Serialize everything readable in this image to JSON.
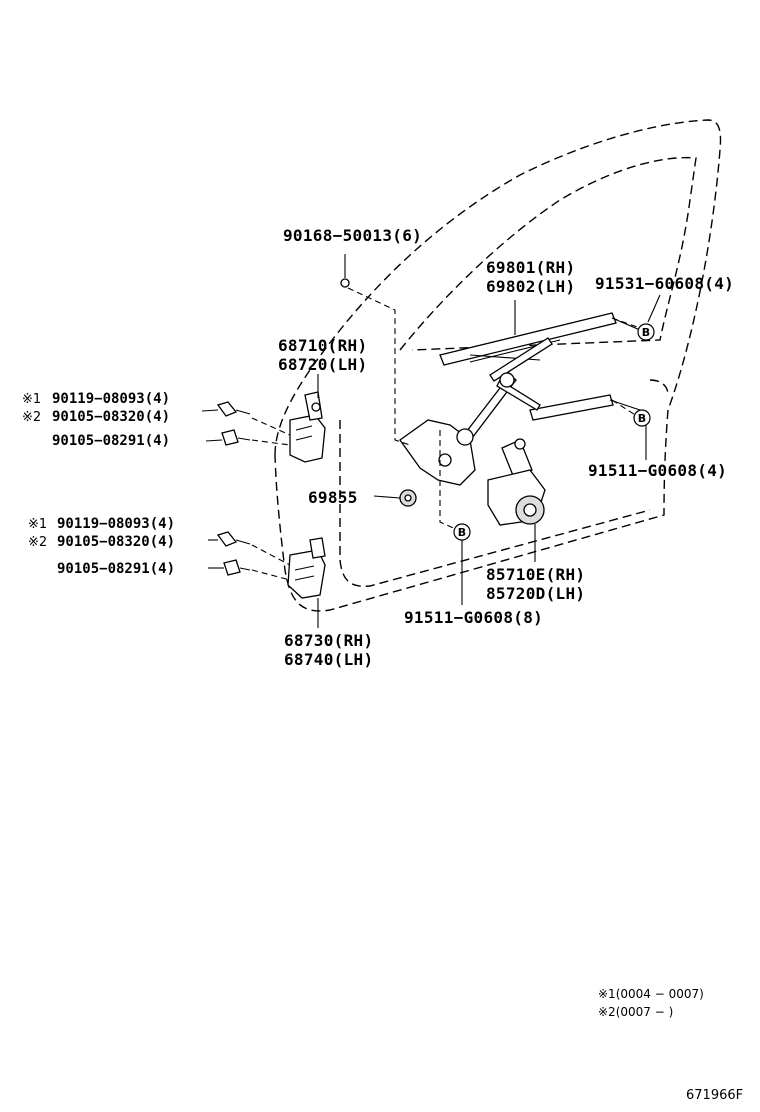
{
  "labels": {
    "screw_top": "90168−50013(6)",
    "regulator_rh": "69801(RH)",
    "regulator_lh": "69802(LH)",
    "bolt_upper_right": "91531−60608(4)",
    "hinge_upper_rh": "68710(RH)",
    "hinge_upper_lh": "68720(LH)",
    "upper_bolt1": "90119−08093(4)",
    "upper_bolt2": "90105−08320(4)",
    "upper_bolt3": "90105−08291(4)",
    "bolt_right_mid": "91511−G0608(4)",
    "plug": "69855",
    "lower_bolt1": "90119−08093(4)",
    "lower_bolt2": "90105−08320(4)",
    "lower_bolt3": "90105−08291(4)",
    "motor_rh": "85710E(RH)",
    "motor_lh": "85720D(LH)",
    "bolt_bottom": "91511−G0608(8)",
    "hinge_lower_rh": "68730(RH)",
    "hinge_lower_lh": "68740(LH)"
  },
  "marks": {
    "m1": "※1",
    "m2": "※2"
  },
  "callouts": {
    "b1": "B",
    "b2": "B",
    "b3": "B"
  },
  "notes": {
    "note1": "※1(0004 − 0007)",
    "note2": "※2(0007 −        )"
  },
  "figure_code": "671966F"
}
